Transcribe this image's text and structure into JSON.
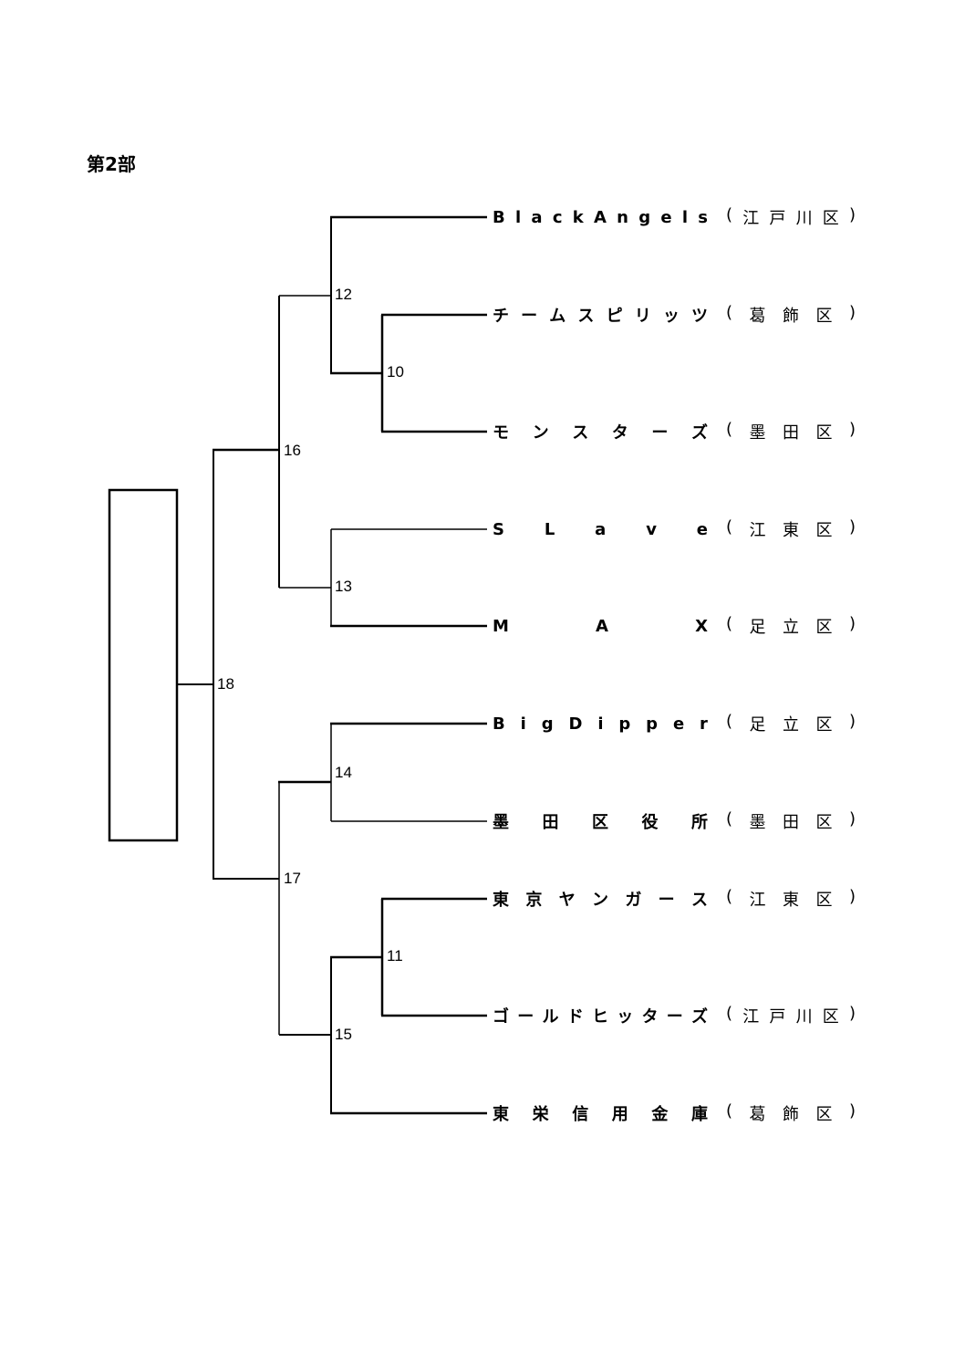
{
  "title": "第2部",
  "teams": [
    {
      "name": "BlackAngels",
      "ward": "(江戸川 区)"
    },
    {
      "name": "チームスピリッツ",
      "ward": "(葛 飾 区)"
    },
    {
      "name": "モンスターズ",
      "ward": "(墨 田 区)"
    },
    {
      "name": "SLave",
      "ward": "(江 東 区)"
    },
    {
      "name": "MAX",
      "ward": "(足 立 区)"
    },
    {
      "name": "BigDipper",
      "ward": "(足 立 区)"
    },
    {
      "name": "墨田区役所",
      "ward": "(墨 田 区)"
    },
    {
      "name": "東京ヤンガース",
      "ward": "(江 東 区)"
    },
    {
      "name": "ゴールドヒッターズ",
      "ward": "(江戸川 区)"
    },
    {
      "name": "東栄信用金庫",
      "ward": "(葛 飾 区)"
    }
  ],
  "matches": [
    {
      "no": "10"
    },
    {
      "no": "11"
    },
    {
      "no": "12"
    },
    {
      "no": "13"
    },
    {
      "no": "14"
    },
    {
      "no": "15"
    },
    {
      "no": "16"
    },
    {
      "no": "17"
    },
    {
      "no": "18"
    }
  ],
  "line_color": "#000000"
}
